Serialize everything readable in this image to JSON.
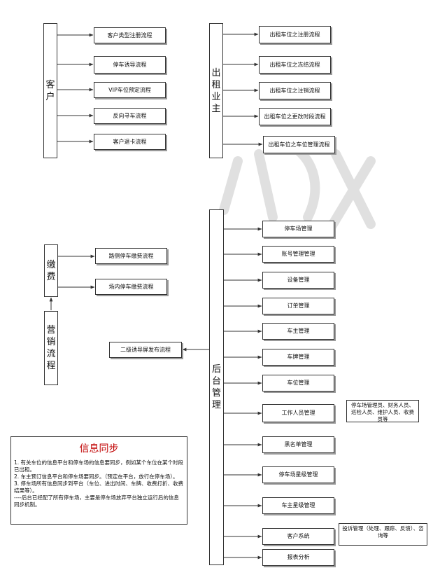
{
  "customer": {
    "title": "客户",
    "items": [
      "客户类型注册流程",
      "停车诱导流程",
      "VIP车位预定流程",
      "反向寻车流程",
      "客户退卡流程"
    ]
  },
  "owner": {
    "title": "出租业主",
    "items": [
      "出租车位之注册流程",
      "出租车位之冻结流程",
      "出租车位之注销流程",
      "出租车位之更改时段流程",
      "出租车位之车位管理流程"
    ]
  },
  "payment": {
    "title": "缴费",
    "items": [
      "路侧停车缴费流程",
      "场内停车缴费流程"
    ]
  },
  "marketing": {
    "title": "营销流程"
  },
  "secondary_screen": {
    "label": "二级诱导屏发布流程"
  },
  "backend": {
    "title": "后台管理",
    "items": [
      "停车场管理",
      "账号管理管理",
      "设备管理",
      "订单管理",
      "车主管理",
      "车牌管理",
      "车位管理",
      "工作人员管理",
      "黑名单管理",
      "停车场星级管理",
      "车主星级管理",
      "客户系统",
      "报表分析"
    ]
  },
  "notes": {
    "staff": "停车场管理员、财务人员、巡检人员、维护人员、收费员等",
    "crm": "投诉管理（处理、跟踪、反馈）、咨询等"
  },
  "info_sync": {
    "title": "信息同步",
    "lines": [
      "1. 有关车位的信息平台和停车场的信息要同步，例如某个车位在某个时段已出租。",
      "2. 车主预订信息平台和停车场要同步。（预定在平台，放行在停车场）。",
      "3. 停车场所有信息同步到平台（车位、进出时间、车牌、收费打折、收费结果等）。",
      "----后台已经配了所有停车场，主要是停车场放弃平台独立运行后的信息同步机制。"
    ]
  },
  "colors": {
    "info_title": "#c00000",
    "border": "#333333",
    "shadow": "#9a9a9a"
  }
}
